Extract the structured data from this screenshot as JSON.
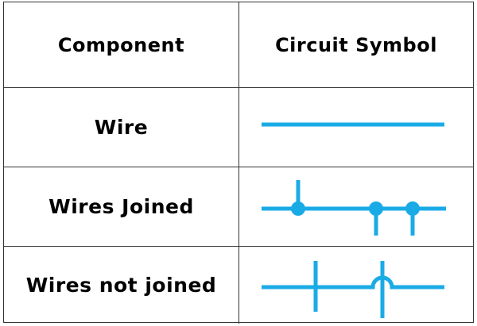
{
  "table": {
    "headers": {
      "component": "Component",
      "symbol": "Circuit Symbol"
    },
    "rows": [
      {
        "component": "Wire",
        "symbol": "wire-line-symbol"
      },
      {
        "component": "Wires Joined",
        "symbol": "wires-joined-symbol"
      },
      {
        "component": "Wires not joined",
        "symbol": "wires-not-joined-symbol"
      }
    ]
  },
  "colors": {
    "wire": "#1aabe6",
    "border": "#333333",
    "text": "#000000"
  }
}
